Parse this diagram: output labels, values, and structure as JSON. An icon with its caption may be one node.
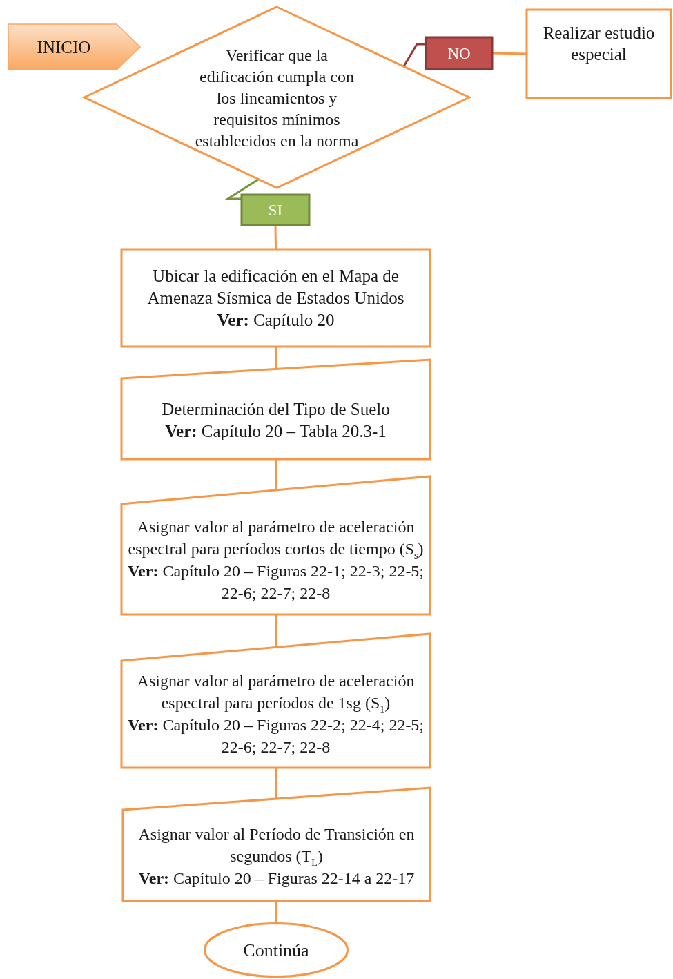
{
  "diagram": {
    "nodes": [
      {
        "text": [
          "INICIO"
        ]
      },
      {
        "text": [
          "Verificar que la edificación cumpla con los lineamientos y requisitos mínimos establecidos en la norma"
        ]
      },
      {
        "text": [
          "NO"
        ]
      },
      {
        "text": [
          "Realizar estudio especial"
        ]
      },
      {
        "text": [
          "SI"
        ]
      },
      {
        "text": [
          "Ubicar la edificación en el Mapa de Amenaza Sísmica de Estados Unidos",
          "**Ver:** Capítulo 20"
        ]
      },
      {
        "text": [
          "Determinación del Tipo de Suelo",
          "**Ver:** Capítulo 20 – Tabla 20.3-1"
        ]
      },
      {
        "text": [
          "Asignar valor al parámetro de aceleración espectral para períodos cortos de tiempo (S$_{s}$)",
          "**Ver:** Capítulo 20 – Figuras 22-1; 22-3; 22-5; 22-6; 22-7; 22-8"
        ]
      },
      {
        "text": [
          "Asignar valor al parámetro de aceleración espectral para períodos de 1sg (S$_{1}$)",
          "**Ver:** Capítulo 20 – Figuras 22-2; 22-4; 22-5; 22-6; 22-7; 22-8"
        ]
      },
      {
        "text": [
          "Asignar valor al Período de Transición en segundos (T$_{L}$)",
          "**Ver:** Capítulo 20 – Figuras 22-14 a 22-17"
        ]
      },
      {
        "text": [
          "Continúa"
        ]
      }
    ],
    "edges": [
      {
        "from": 1,
        "to": 2,
        "arrow": "none",
        "color": "#953735"
      },
      {
        "from": 2,
        "to": 3,
        "arrow": "none"
      },
      {
        "from": 1,
        "to": 4,
        "arrow": "none",
        "color": "#76923c"
      },
      {
        "from": 4,
        "to": 5,
        "arrow": "none"
      },
      {
        "from": 5,
        "to": 6,
        "arrow": "none"
      },
      {
        "from": 6,
        "to": 7,
        "arrow": "none"
      },
      {
        "from": 7,
        "to": 8,
        "arrow": "none"
      },
      {
        "from": 8,
        "to": 9,
        "arrow": "none"
      },
      {
        "from": 9,
        "to": 10,
        "arrow": "none"
      }
    ]
  }
}
